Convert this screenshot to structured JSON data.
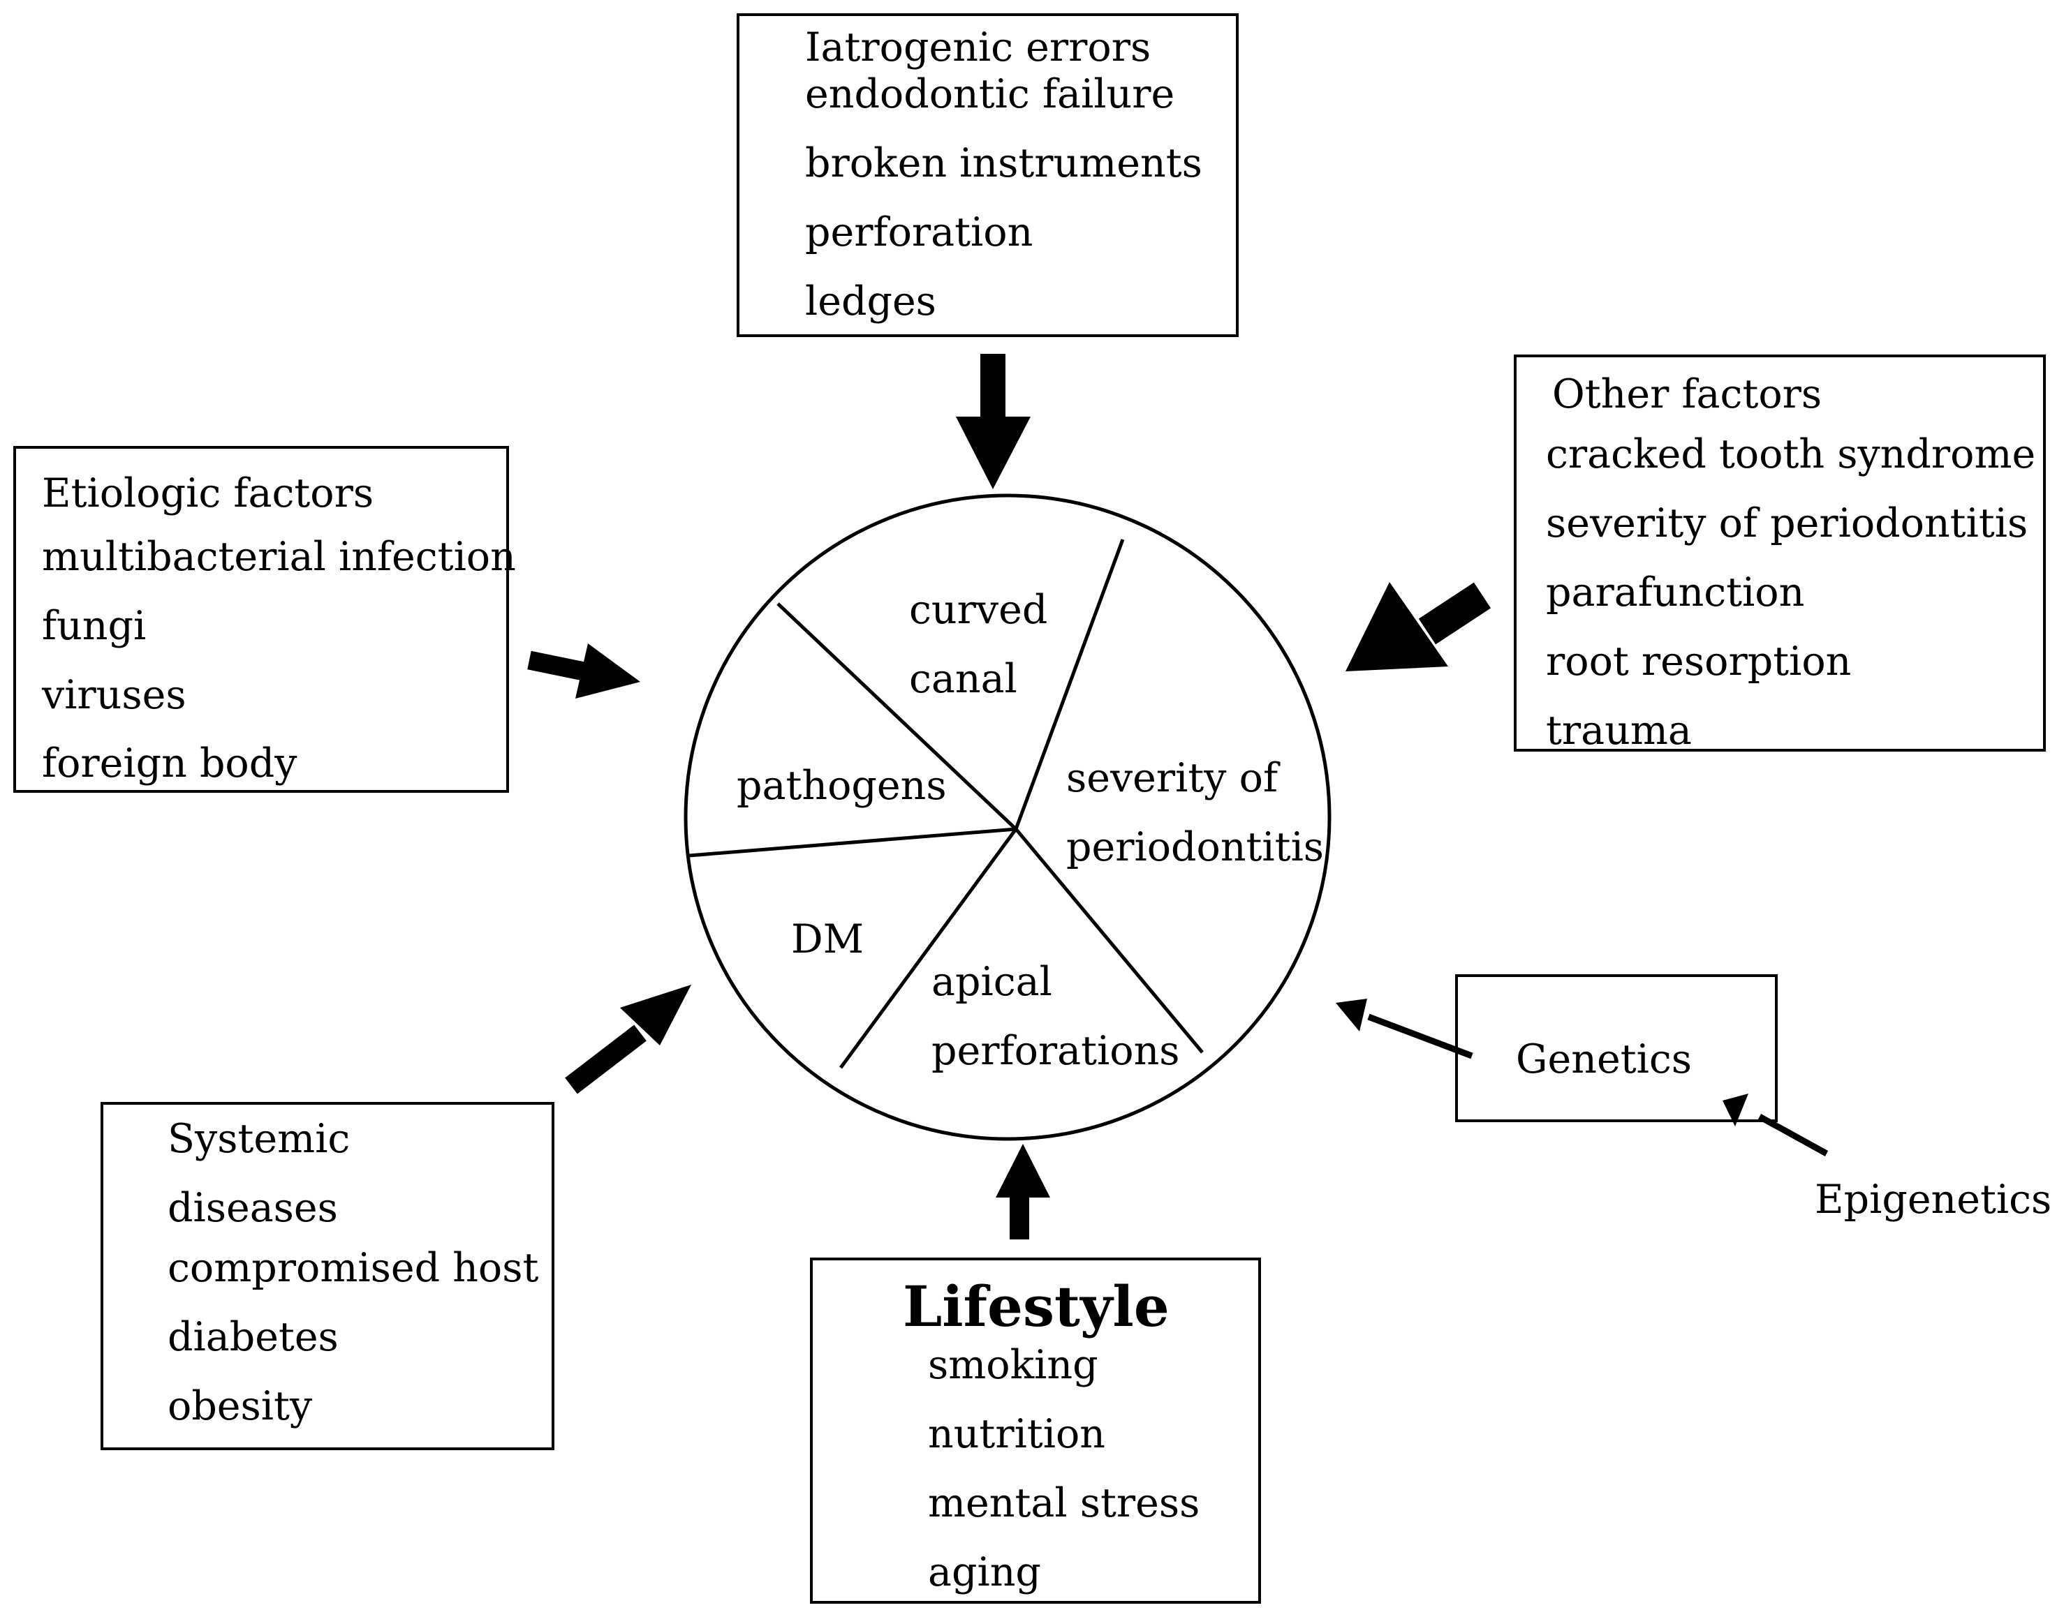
{
  "boxes": {
    "iatrogenic": {
      "title": "Iatrogenic errors",
      "items": [
        "endodontic failure",
        "broken instruments",
        "perforation",
        "ledges"
      ]
    },
    "other": {
      "title": "Other factors",
      "items": [
        "cracked tooth syndrome",
        "severity of periodontitis",
        "parafunction",
        "root resorption",
        "trauma"
      ]
    },
    "etiologic": {
      "title": "Etiologic factors",
      "items": [
        "multibacterial infection",
        "fungi",
        "viruses",
        "foreign body"
      ]
    },
    "systemic": {
      "title": "Systemic",
      "items": [
        "diseases",
        "compromised host",
        "diabetes",
        "obesity"
      ]
    },
    "lifestyle": {
      "title": "Lifestyle",
      "items": [
        "smoking",
        "nutrition",
        "mental stress",
        "aging"
      ]
    },
    "genetics": {
      "title": "Genetics"
    }
  },
  "epigenetics_label": "Epigenetics",
  "circle": {
    "sectors": {
      "curved_canal": [
        "curved",
        "canal"
      ],
      "severity": [
        "severity of",
        "periodontitis"
      ],
      "apical": [
        "apical",
        "perforations"
      ],
      "dm": [
        "DM"
      ],
      "pathogens": [
        "pathogens"
      ]
    }
  },
  "colors": {
    "stroke": "#000000",
    "background": "#ffffff"
  }
}
